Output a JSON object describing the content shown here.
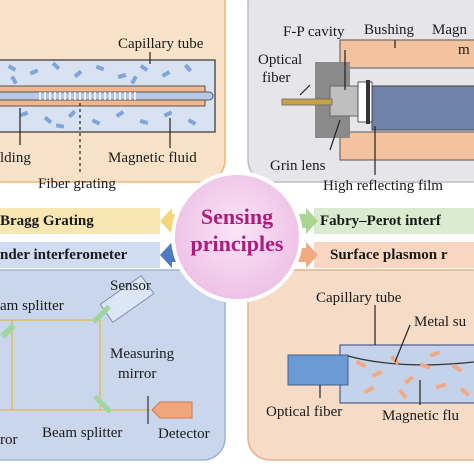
{
  "center": {
    "line1": "Sensing",
    "line2": "principles"
  },
  "top_left": {
    "capillary_tube": "Capillary tube",
    "cladding": "lding",
    "magnetic_fluid": "Magnetic fluid",
    "fiber_grating": "Fiber grating"
  },
  "top_right": {
    "fp_cavity": "F-P cavity",
    "bushing": "Bushing",
    "magnetic_partial_1": "Magn",
    "magnetic_partial_2": "m",
    "optical_fiber_1": "Optical",
    "optical_fiber_2": "fiber",
    "grin_lens": "Grin lens",
    "high_reflecting_film": "High reflecting film"
  },
  "bars": {
    "bragg": "Bragg Grating",
    "fabry_perot": "Fabry–Perot interf",
    "mach_zehnder": "nder interferometer",
    "spr": "Surface plasmon r"
  },
  "bottom_left": {
    "sensor": "Sensor",
    "beam_splitter_top": "am splitter",
    "measuring_1": "Measuring",
    "measuring_2": "mirror",
    "mirror": "ror",
    "beam_splitter_bottom": "Beam splitter",
    "detector": "Detector"
  },
  "bottom_right": {
    "capillary_tube": "Capillary tube",
    "metal_partial": "Metal su",
    "optical_fiber": "Optical fiber",
    "magnetic_fluid_partial": "Magnetic flu"
  },
  "colors": {
    "top_left_bg": "#f9e3c8",
    "top_right_bg": "#e6e6ea",
    "bottom_left_bg": "#c9d6ec",
    "bottom_right_bg": "#f6dcc6",
    "center_circle": "#f2c9ec",
    "center_text": "#b01a7a",
    "bar_bragg": "#f8e7b3",
    "bar_fp": "#d9eccf",
    "bar_mz": "#cfdcf2",
    "bar_spr": "#f8d6c2",
    "arrow_bragg": "#f4d57a",
    "arrow_fp": "#a9d690",
    "arrow_mz": "#4f79c2",
    "arrow_spr": "#f0ab82"
  }
}
